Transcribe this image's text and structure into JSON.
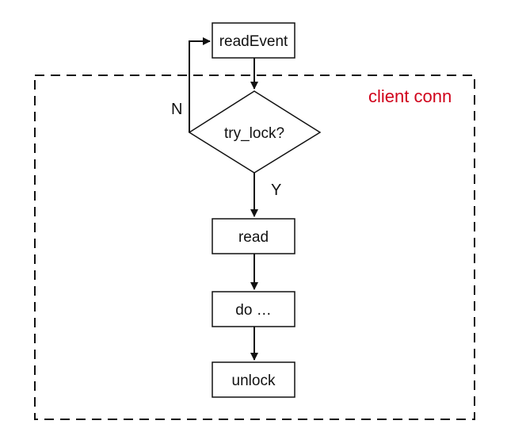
{
  "diagram": {
    "container": {
      "label": "client conn",
      "label_color": "#d0021b"
    },
    "nodes": {
      "read_event": "readEvent",
      "try_lock": "try_lock?",
      "read": "read",
      "do": "do …",
      "unlock": "unlock"
    },
    "edges": {
      "no_label": "N",
      "yes_label": "Y"
    },
    "colors": {
      "stroke": "#111111",
      "background": "#ffffff"
    }
  }
}
